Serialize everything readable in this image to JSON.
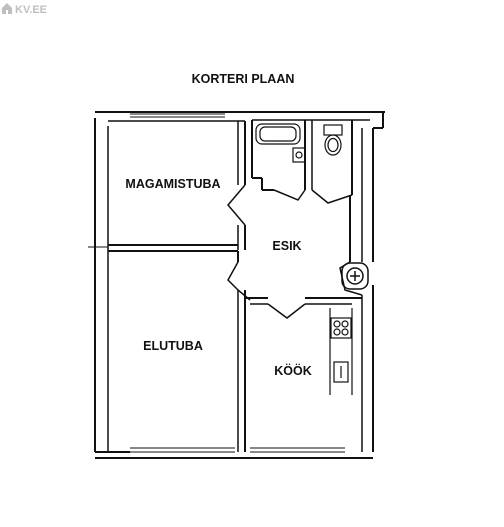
{
  "watermark": "KV.EE",
  "title": "KORTERI PLAAN",
  "rooms": {
    "bedroom": "MAGAMISTUBA",
    "hall": "ESIK",
    "living_room": "ELUTUBA",
    "kitchen": "KÖÖK"
  },
  "icons": {
    "watermark_logo": "house-logo-icon",
    "stove": "stove-icon",
    "sink": "sink-icon",
    "toilet": "toilet-icon",
    "bathtub": "bathtub-icon",
    "chimney": "chimney-icon"
  },
  "colors": {
    "walls": "#111111",
    "watermark": "#bfbfbf",
    "background": "#ffffff"
  }
}
